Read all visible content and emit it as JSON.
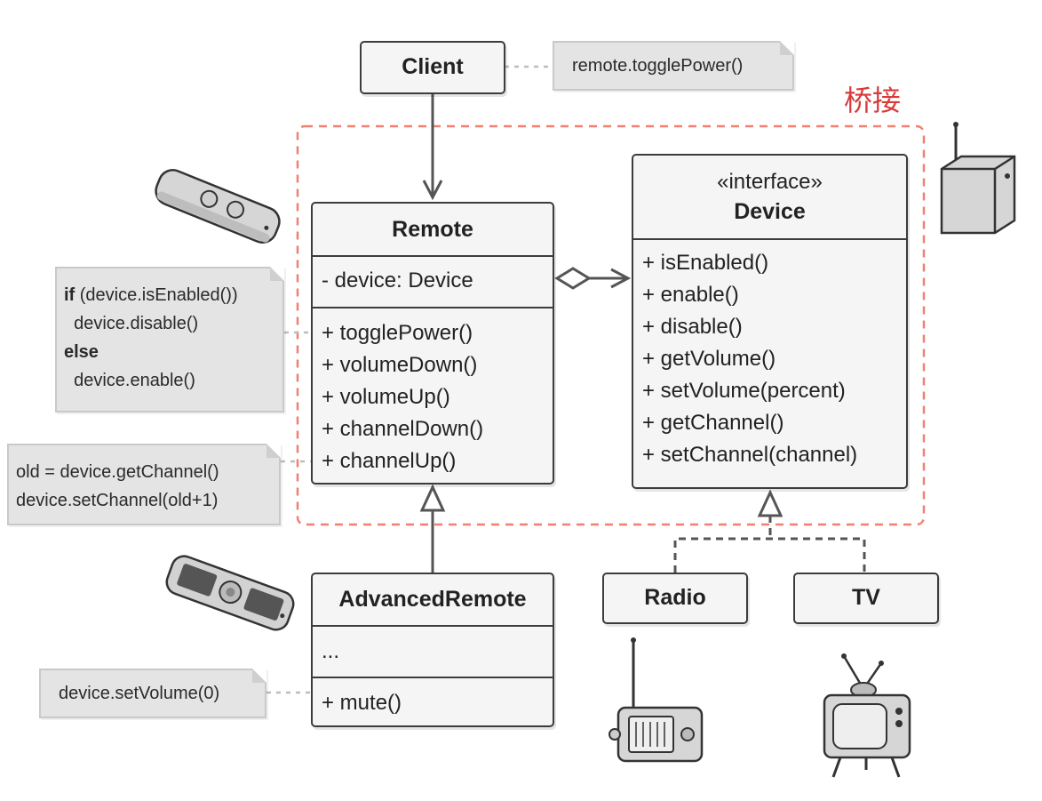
{
  "bridge_label": "桥接",
  "client": {
    "name": "Client"
  },
  "notes": {
    "client_note": "remote.togglePower()",
    "toggle_note": [
      {
        "kw": "if",
        "text": " (device.isEnabled())"
      },
      {
        "kw": "",
        "text": "  device.disable()"
      },
      {
        "kw": "else",
        "text": ""
      },
      {
        "kw": "",
        "text": "  device.enable()"
      }
    ],
    "channel_note": [
      "old = device.getChannel()",
      "device.setChannel(old+1)"
    ],
    "mute_note": "device.setVolume(0)"
  },
  "remote": {
    "name": "Remote",
    "fields": [
      "- device: Device"
    ],
    "methods": [
      "+ togglePower()",
      "+ volumeDown()",
      "+ volumeUp()",
      "+ channelDown()",
      "+ channelUp()"
    ]
  },
  "device": {
    "stereotype": "«interface»",
    "name": "Device",
    "methods": [
      "+ isEnabled()",
      "+ enable()",
      "+ disable()",
      "+ getVolume()",
      "+ setVolume(percent)",
      "+ getChannel()",
      "+ setChannel(channel)"
    ]
  },
  "advanced_remote": {
    "name": "AdvancedRemote",
    "fields": [
      "..."
    ],
    "methods": [
      "+ mute()"
    ]
  },
  "radio": {
    "name": "Radio"
  },
  "tv": {
    "name": "TV"
  },
  "colors": {
    "border": "#3c3c3c",
    "box_fill": "#f5f5f5",
    "note_fill": "#e4e4e4",
    "bridge_dash": "#f08070",
    "bridge_label": "#d83a3a"
  },
  "icons": [
    "remote-control-icon",
    "advanced-remote-icon",
    "device-box-icon",
    "radio-icon",
    "tv-icon"
  ]
}
